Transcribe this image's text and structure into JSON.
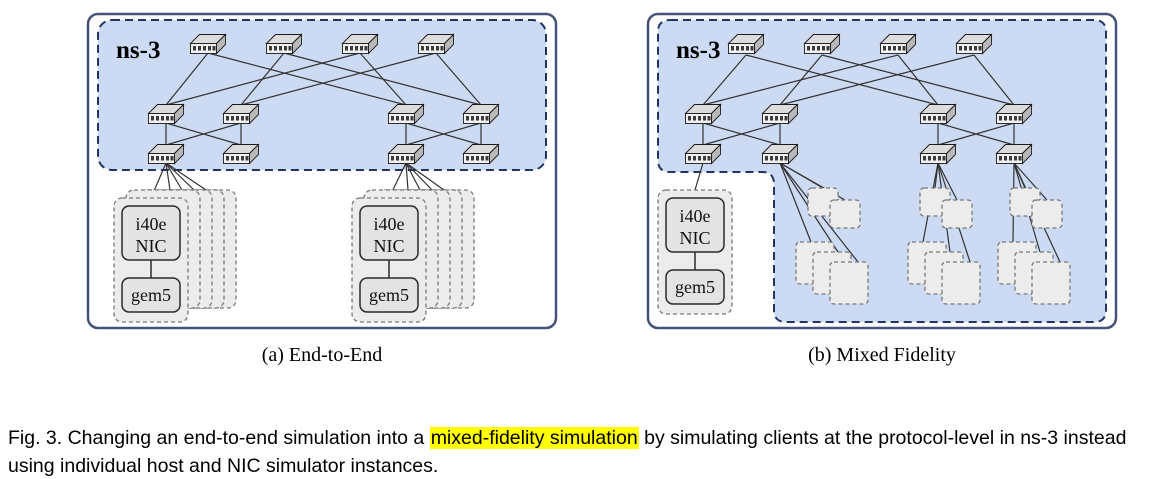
{
  "figure": {
    "panels": [
      {
        "ns3_label": "ns-3",
        "caption": "(a) End-to-End",
        "hosts": [
          {
            "nic_line1": "i40e",
            "nic_line2": "NIC",
            "sim_label": "gem5"
          },
          {
            "nic_line1": "i40e",
            "nic_line2": "NIC",
            "sim_label": "gem5"
          }
        ]
      },
      {
        "ns3_label": "ns-3",
        "caption": "(b) Mixed Fidelity",
        "hosts": [
          {
            "nic_line1": "i40e",
            "nic_line2": "NIC",
            "sim_label": "gem5"
          }
        ]
      }
    ],
    "caption": {
      "prefix": "Fig. 3.  Changing an end-to-end simulation into a ",
      "highlight": "mixed-fidelity simulation",
      "suffix": " by simulating clients at the protocol-level in ns-3 instead using individual host and NIC simulator instances."
    },
    "colors": {
      "ns3_region_fill": "#cddaf3",
      "region_border": "#223465",
      "panel_border": "#46527a",
      "card_fill": "#ececec",
      "highlight": "#ffff00"
    }
  }
}
